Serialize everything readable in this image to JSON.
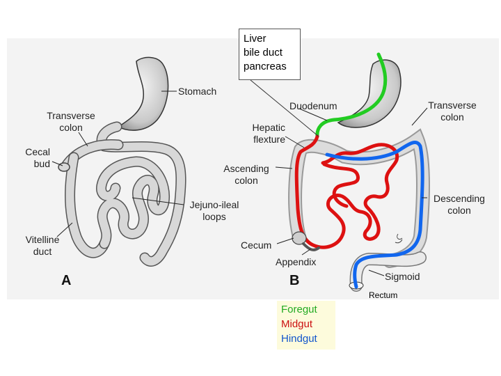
{
  "callout": {
    "lines": [
      "Liver",
      "bile duct",
      "pancreas"
    ]
  },
  "panel_a": {
    "letter": "A",
    "labels": {
      "stomach": "Stomach",
      "transverse_colon": [
        "Transverse",
        "colon"
      ],
      "cecal_bud": [
        "Cecal",
        "bud"
      ],
      "jejuno_ileal_loops": [
        "Jejuno-ileal",
        "loops"
      ],
      "vitelline_duct": [
        "Vitelline",
        "duct"
      ]
    }
  },
  "panel_b": {
    "letter": "B",
    "labels": {
      "duodenum": "Duodenum",
      "transverse_colon": [
        "Transverse",
        "colon"
      ],
      "hepatic_flexure": [
        "Hepatic",
        "flexture"
      ],
      "ascending_colon": [
        "Ascending",
        "colon"
      ],
      "descending_colon": [
        "Descending",
        "colon"
      ],
      "cecum": "Cecum",
      "appendix": "Appendix",
      "sigmoid": "Sigmoid",
      "rectum": "Rectum"
    }
  },
  "legend": {
    "items": [
      {
        "label": "Foregut",
        "color": "#22aa22"
      },
      {
        "label": "Midgut",
        "color": "#cc1111"
      },
      {
        "label": "Hindgut",
        "color": "#1155cc"
      }
    ]
  },
  "colors": {
    "foregut": "#22cc22",
    "midgut": "#dd1111",
    "hindgut": "#1166ee",
    "tissue": "#cfcfcf",
    "panel_bg": "#f2f2f2"
  }
}
